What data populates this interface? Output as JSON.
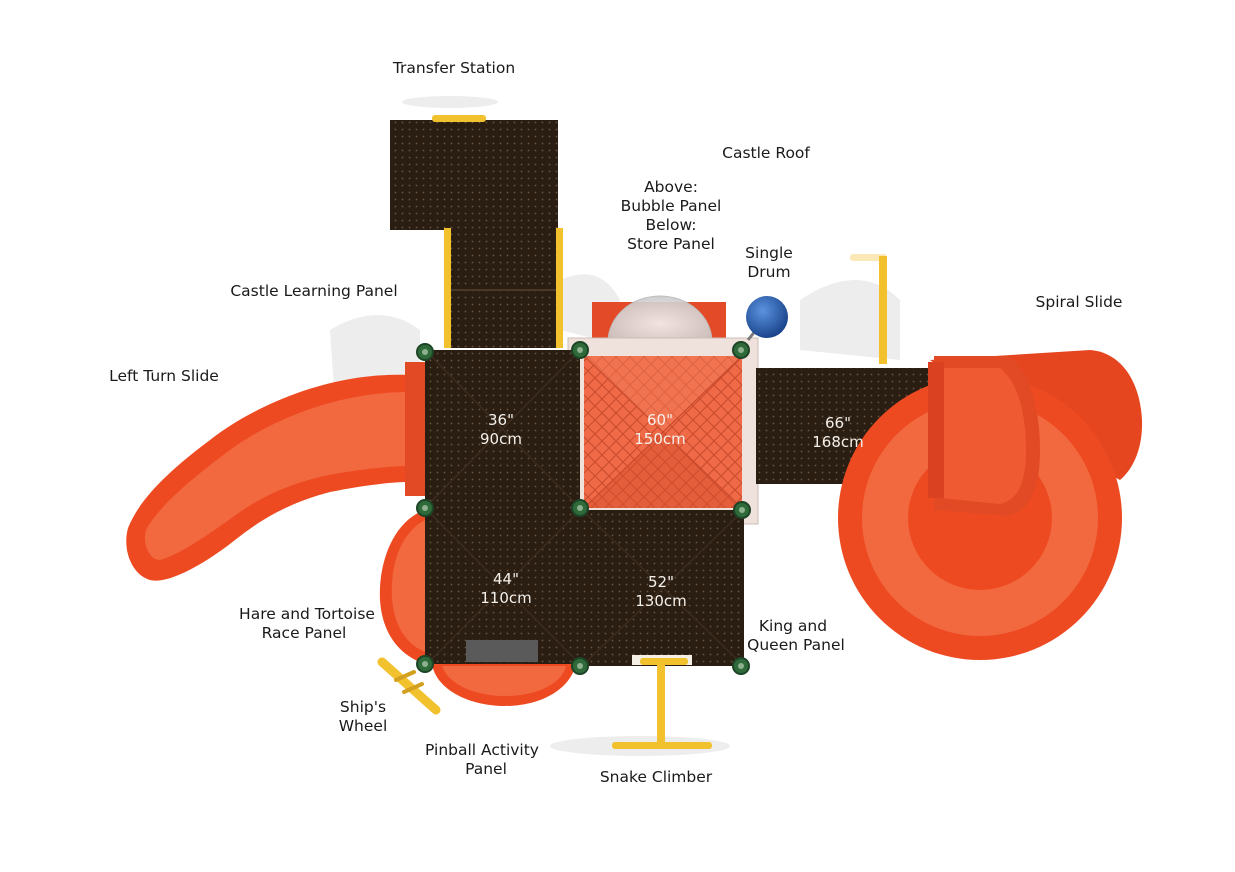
{
  "labels": {
    "transfer_station": "Transfer Station",
    "castle_roof": "Castle Roof",
    "bubble_store": [
      "Above:",
      "Bubble Panel",
      "Below:",
      "Store Panel"
    ],
    "single_drum": [
      "Single",
      "Drum"
    ],
    "castle_learning_panel": "Castle Learning Panel",
    "spiral_slide": "Spiral Slide",
    "left_turn_slide": "Left Turn Slide",
    "hare_tortoise": [
      "Hare and Tortoise",
      "Race Panel"
    ],
    "king_queen": [
      "King and",
      "Queen Panel"
    ],
    "ships_wheel": [
      "Ship's",
      "Wheel"
    ],
    "pinball": [
      "Pinball Activity",
      "Panel"
    ],
    "snake_climber": "Snake Climber"
  },
  "decks": {
    "d36": [
      "36\"",
      "90cm"
    ],
    "d60": [
      "60\"",
      "150cm"
    ],
    "d66": [
      "66\"",
      "168cm"
    ],
    "d44": [
      "44\"",
      "110cm"
    ],
    "d52": [
      "52\"",
      "130cm"
    ]
  },
  "colors": {
    "deck": "#2a1d12",
    "slide": "#ee4a22",
    "roof": "#f06a48",
    "post": "#f2c12e",
    "clamp": "#2f6b3a",
    "drum": "#1f5fb8",
    "panel": "#efe2dc"
  }
}
